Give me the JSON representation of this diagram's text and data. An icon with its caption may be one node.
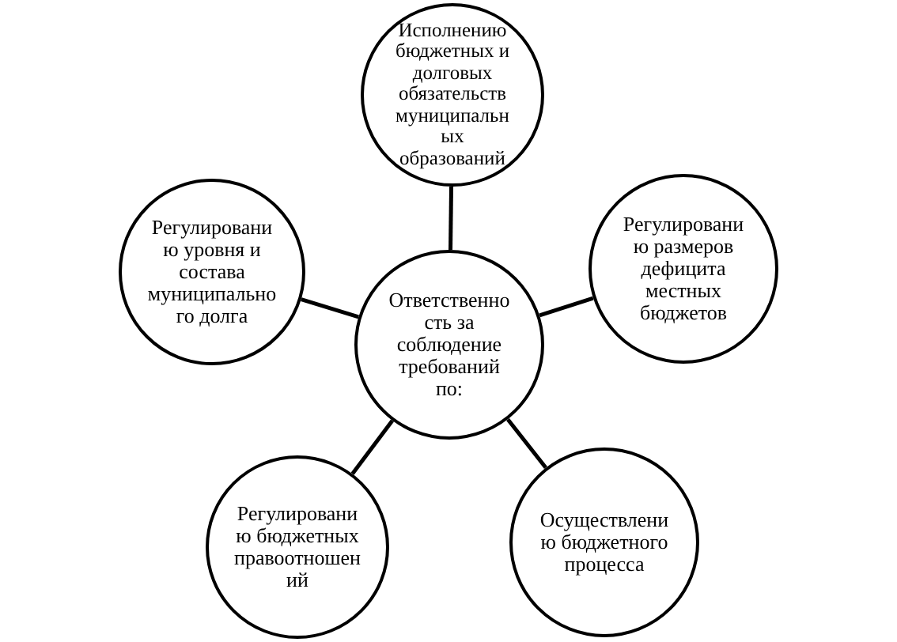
{
  "diagram": {
    "nodes": [
      {
        "text": [
          "Исполнению бюджетных и долговых обязательств муниципальн ых образований"
        ]
      },
      {
        "text": [
          "Регулировани ю уровня и состава муниципально го долга"
        ]
      },
      {
        "text": [
          "Регулировани ю размеров дефицита местных бюджетов"
        ]
      },
      {
        "text": [
          "Ответственно сть за соблюдение требований по:"
        ]
      },
      {
        "text": [
          "Регулировани ю бюджетных правоотношен ий"
        ]
      },
      {
        "text": [
          "Осуществлени ю бюджетного процесса"
        ]
      }
    ],
    "edges": [
      {
        "from": 3,
        "to": 0,
        "arrow": "none"
      },
      {
        "from": 3,
        "to": 1,
        "arrow": "none"
      },
      {
        "from": 3,
        "to": 2,
        "arrow": "none"
      },
      {
        "from": 3,
        "to": 4,
        "arrow": "none"
      },
      {
        "from": 3,
        "to": 5,
        "arrow": "none"
      }
    ]
  }
}
